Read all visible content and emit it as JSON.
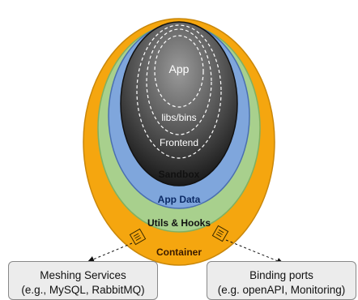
{
  "layers": {
    "app": "App",
    "libs": "libs/bins",
    "frontend": "Frontend",
    "sandbox": "Sandbox",
    "app_data": "App Data",
    "utils": "Utils & Hooks",
    "container": "Container"
  },
  "boxes": {
    "meshing_line1": "Meshing Services",
    "meshing_line2": "(e.g., MySQL, RabbitMQ)",
    "binding_line1": "Binding ports",
    "binding_line2": "(e.g. openAPI, Monitoring)"
  },
  "colors": {
    "container": "#f5a60f",
    "utils": "#a8d08d",
    "app_data": "#7fa6dc",
    "sandbox": "#1e1e1e",
    "box_fill": "#ececec"
  }
}
